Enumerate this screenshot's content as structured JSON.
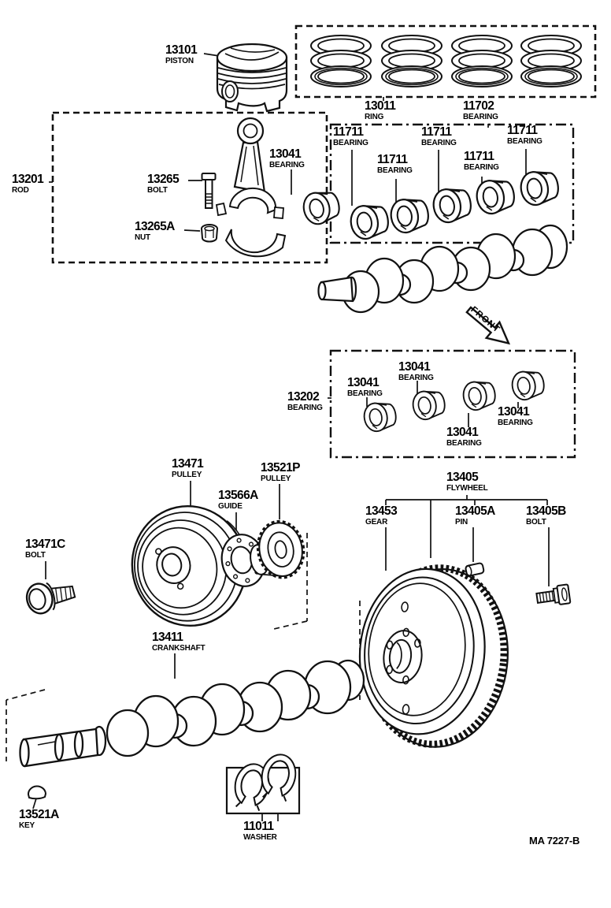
{
  "doc": {
    "code": "MA 7227-B",
    "front_label": "FRONT",
    "ink_color": "#111111",
    "background_color": "#ffffff"
  },
  "parts": [
    {
      "num": "13101",
      "name": "PISTON"
    },
    {
      "num": "13011",
      "name": "RING"
    },
    {
      "num": "11702",
      "name": "BEARING"
    },
    {
      "num": "11711",
      "name": "BEARING"
    },
    {
      "num": "11711",
      "name": "BEARING"
    },
    {
      "num": "11711",
      "name": "BEARING"
    },
    {
      "num": "11711",
      "name": "BEARING"
    },
    {
      "num": "11711",
      "name": "BEARING"
    },
    {
      "num": "13201",
      "name": "ROD"
    },
    {
      "num": "13265",
      "name": "BOLT"
    },
    {
      "num": "13265A",
      "name": "NUT"
    },
    {
      "num": "13041",
      "name": "BEARING"
    },
    {
      "num": "13202",
      "name": "BEARING"
    },
    {
      "num": "13041",
      "name": "BEARING"
    },
    {
      "num": "13041",
      "name": "BEARING"
    },
    {
      "num": "13041",
      "name": "BEARING"
    },
    {
      "num": "13041",
      "name": "BEARING"
    },
    {
      "num": "13471",
      "name": "PULLEY"
    },
    {
      "num": "13521P",
      "name": "PULLEY"
    },
    {
      "num": "13566A",
      "name": "GUIDE"
    },
    {
      "num": "13405",
      "name": "FLYWHEEL"
    },
    {
      "num": "13453",
      "name": "GEAR"
    },
    {
      "num": "13405A",
      "name": "PIN"
    },
    {
      "num": "13405B",
      "name": "BOLT"
    },
    {
      "num": "13471C",
      "name": "BOLT"
    },
    {
      "num": "13411",
      "name": "CRANKSHAFT"
    },
    {
      "num": "13521A",
      "name": "KEY"
    },
    {
      "num": "11011",
      "name": "WASHER"
    }
  ]
}
